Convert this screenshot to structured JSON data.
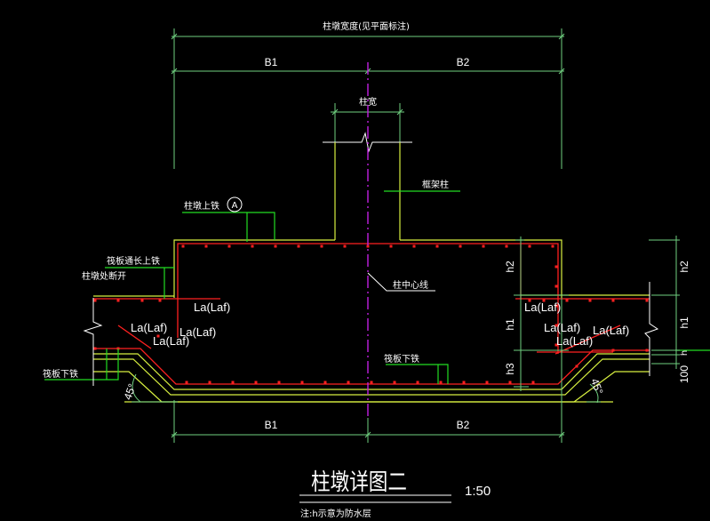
{
  "drawing": {
    "title": "柱墩详图二",
    "scale": "1:50",
    "note": "注:h示意为防水层",
    "colors": {
      "background": "#000000",
      "dimension": "#6fcf7f",
      "outline": "#d8f040",
      "rebar": "#ff2020",
      "leader": "#22dd22",
      "centerline": "#c020e0",
      "text": "#ffffff"
    },
    "dimensions": {
      "overall_width": "柱墩宽度(见平面标注)",
      "top_left": "B1",
      "top_right": "B2",
      "bottom_left": "B1",
      "bottom_right": "B2",
      "column_width": "柱宽",
      "inner_h2": "h2",
      "inner_h1": "h1",
      "inner_h3": "h3",
      "outer_h2": "h2",
      "outer_h1": "h1",
      "outer_h": "h",
      "outer_100": "100",
      "angle_left": "45°",
      "angle_right": "45°"
    },
    "labels": {
      "pier_top_rebar": "柱墩上铁",
      "pier_top_rebar_tag": "A",
      "frame_column": "框架柱",
      "raft_through_top_rebar": "筏板通长上铁",
      "pier_cut_off": "柱墩处断开",
      "column_centerline": "柱中心线",
      "raft_bottom_rebar_center": "筏板下铁",
      "raft_bottom_rebar_left": "筏板下铁"
    },
    "anchorage_labels": {
      "left_1": "La(Laf)",
      "left_2": "La(Laf)",
      "left_3": "La(Laf)",
      "left_4": "La(Laf)",
      "right_1": "La(Laf)",
      "right_2": "La(Laf)",
      "right_3": "La(Laf)",
      "right_4": "La(Laf)"
    }
  }
}
